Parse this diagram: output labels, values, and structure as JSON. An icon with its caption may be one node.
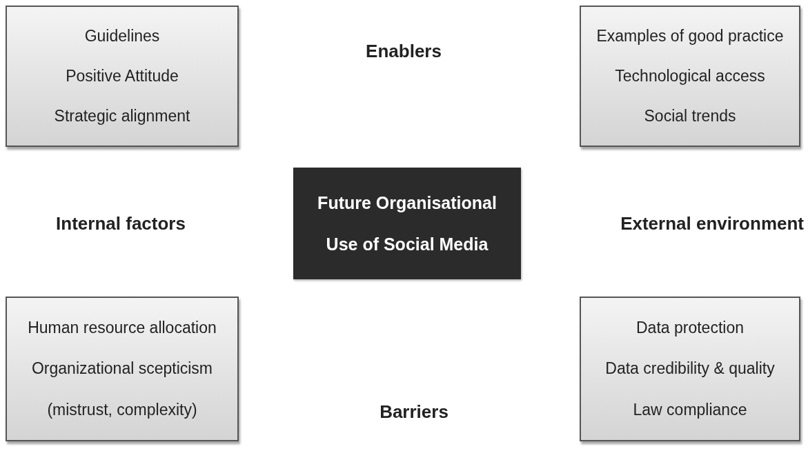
{
  "diagram": {
    "nodes": [
      {
        "text": [
          "Guidelines",
          "Positive Attitude",
          "Strategic alignment"
        ]
      },
      {
        "text": [
          "Examples of good practice",
          "Technological access",
          "Social trends"
        ]
      },
      {
        "text": [
          "Future Organisational Use of Social Media"
        ]
      },
      {
        "text": [
          "Human resource allocation",
          "Organizational scepticism",
          "(mistrust, complexity)"
        ]
      },
      {
        "text": [
          "Data protection",
          "Data credibility & quality",
          "Law compliance"
        ]
      }
    ],
    "edges": [],
    "labels": [
      "Enablers",
      "Internal factors",
      "External environment",
      "Barriers"
    ]
  }
}
